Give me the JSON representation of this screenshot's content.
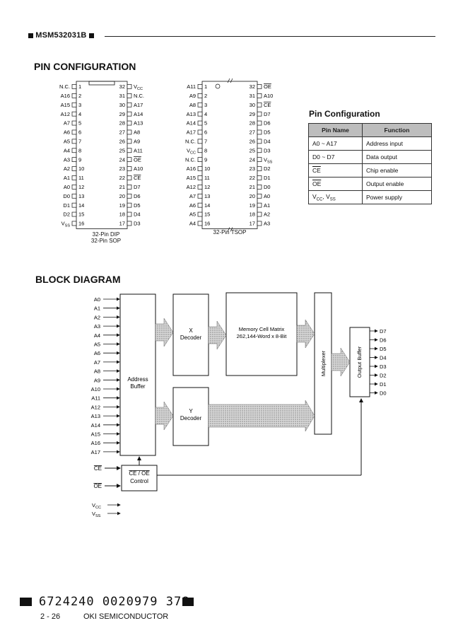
{
  "header": {
    "title": "MSM532031B"
  },
  "pin_section": {
    "title": "PIN CONFIGURATION",
    "dip": {
      "left": [
        {
          "num": "1",
          "name": "N.C."
        },
        {
          "num": "2",
          "name": "A16"
        },
        {
          "num": "3",
          "name": "A15"
        },
        {
          "num": "4",
          "name": "A12"
        },
        {
          "num": "5",
          "name": "A7"
        },
        {
          "num": "6",
          "name": "A6"
        },
        {
          "num": "7",
          "name": "A5"
        },
        {
          "num": "8",
          "name": "A4"
        },
        {
          "num": "9",
          "name": "A3"
        },
        {
          "num": "10",
          "name": "A2"
        },
        {
          "num": "11",
          "name": "A1"
        },
        {
          "num": "12",
          "name": "A0"
        },
        {
          "num": "13",
          "name": "D0"
        },
        {
          "num": "14",
          "name": "D1"
        },
        {
          "num": "15",
          "name": "D2"
        },
        {
          "num": "16",
          "name": "VSS"
        }
      ],
      "right": [
        {
          "num": "32",
          "name": "VCC"
        },
        {
          "num": "31",
          "name": "N.C."
        },
        {
          "num": "30",
          "name": "A17"
        },
        {
          "num": "29",
          "name": "A14"
        },
        {
          "num": "28",
          "name": "A13"
        },
        {
          "num": "27",
          "name": "A8"
        },
        {
          "num": "26",
          "name": "A9"
        },
        {
          "num": "25",
          "name": "A11"
        },
        {
          "num": "24",
          "name": "OE"
        },
        {
          "num": "23",
          "name": "A10"
        },
        {
          "num": "22",
          "name": "CE"
        },
        {
          "num": "21",
          "name": "D7"
        },
        {
          "num": "20",
          "name": "D6"
        },
        {
          "num": "19",
          "name": "D5"
        },
        {
          "num": "18",
          "name": "D4"
        },
        {
          "num": "17",
          "name": "D3"
        }
      ],
      "caption1": "32-Pin DIP",
      "caption2": "32-Pin SOP"
    },
    "tsop": {
      "left": [
        {
          "num": "1",
          "name": "A11"
        },
        {
          "num": "2",
          "name": "A9"
        },
        {
          "num": "3",
          "name": "A8"
        },
        {
          "num": "4",
          "name": "A13"
        },
        {
          "num": "5",
          "name": "A14"
        },
        {
          "num": "6",
          "name": "A17"
        },
        {
          "num": "7",
          "name": "N.C."
        },
        {
          "num": "8",
          "name": "VCC"
        },
        {
          "num": "9",
          "name": "N.C."
        },
        {
          "num": "10",
          "name": "A16"
        },
        {
          "num": "11",
          "name": "A15"
        },
        {
          "num": "12",
          "name": "A12"
        },
        {
          "num": "13",
          "name": "A7"
        },
        {
          "num": "14",
          "name": "A6"
        },
        {
          "num": "15",
          "name": "A5"
        },
        {
          "num": "16",
          "name": "A4"
        }
      ],
      "right": [
        {
          "num": "32",
          "name": "OE"
        },
        {
          "num": "31",
          "name": "A10"
        },
        {
          "num": "30",
          "name": "CE"
        },
        {
          "num": "29",
          "name": "D7"
        },
        {
          "num": "28",
          "name": "D6"
        },
        {
          "num": "27",
          "name": "D5"
        },
        {
          "num": "26",
          "name": "D4"
        },
        {
          "num": "25",
          "name": "D3"
        },
        {
          "num": "24",
          "name": "VSS"
        },
        {
          "num": "23",
          "name": "D2"
        },
        {
          "num": "22",
          "name": "D1"
        },
        {
          "num": "21",
          "name": "D0"
        },
        {
          "num": "20",
          "name": "A0"
        },
        {
          "num": "19",
          "name": "A1"
        },
        {
          "num": "18",
          "name": "A2"
        },
        {
          "num": "17",
          "name": "A3"
        }
      ],
      "caption": "32-Pin TSOP"
    },
    "overlined": [
      "OE",
      "CE"
    ]
  },
  "pin_table": {
    "title": "Pin Configuration",
    "headers": [
      "Pin Name",
      "Function"
    ],
    "rows": [
      {
        "pin": "A0 ~ A17",
        "fn": "Address input",
        "over": false
      },
      {
        "pin": "D0 ~ D7",
        "fn": "Data output",
        "over": false
      },
      {
        "pin": "CE",
        "fn": "Chip enable",
        "over": true
      },
      {
        "pin": "OE",
        "fn": "Output enable",
        "over": true
      },
      {
        "pin": "VCC, VSS",
        "fn": "Power supply",
        "over": false
      }
    ]
  },
  "block_diagram": {
    "title": "BLOCK DIAGRAM",
    "address_inputs": [
      "A0",
      "A1",
      "A2",
      "A3",
      "A4",
      "A5",
      "A6",
      "A7",
      "A8",
      "A9",
      "A10",
      "A11",
      "A12",
      "A13",
      "A14",
      "A15",
      "A16",
      "A17"
    ],
    "address_buffer": [
      "Address",
      "Buffer"
    ],
    "x_decoder": [
      "X",
      "Decoder"
    ],
    "y_decoder": [
      "Y",
      "Decoder"
    ],
    "memory": [
      "Memory Cell Matrix",
      "262,144-Word x 8-Bit"
    ],
    "multiplexer": "Multiplexer",
    "output_buffer": "Output Buffer",
    "outputs": [
      "D7",
      "D6",
      "D5",
      "D4",
      "D3",
      "D2",
      "D1",
      "D0"
    ],
    "control": [
      "CE / OE",
      "Control"
    ],
    "control_inputs": [
      "CE",
      "OE"
    ],
    "power": [
      "VCC",
      "VSS"
    ]
  },
  "footer": {
    "barcode": "6724240 0020979 378",
    "page": "2 - 26",
    "company": "OKI SEMICONDUCTOR"
  }
}
